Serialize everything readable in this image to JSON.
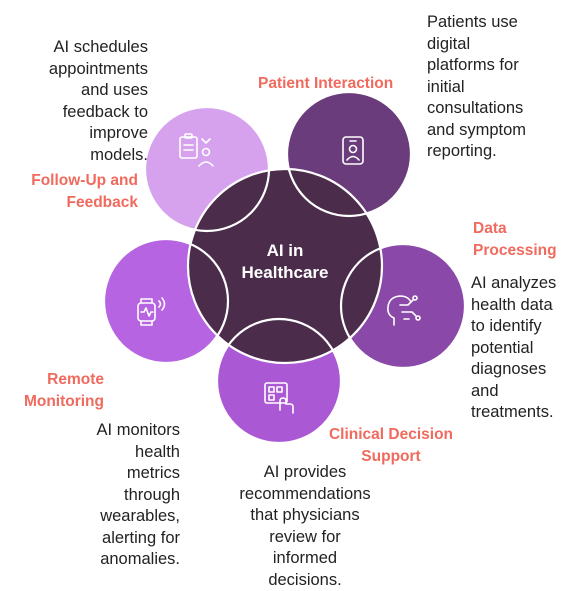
{
  "diagram": {
    "center": {
      "title_line1": "AI in",
      "title_line2": "Healthcare",
      "color": "#4b2c4b"
    },
    "stages": [
      {
        "id": "patient-interaction",
        "label": "Patient Interaction",
        "description": "Patients use\ndigital\nplatforms for\ninitial\nconsultations\nand symptom\nreporting.",
        "color": "#6a3c7c",
        "icon": "patient-id-card-icon"
      },
      {
        "id": "data-processing",
        "label_line1": "Data",
        "label_line2": "Processing",
        "description": "AI analyzes\nhealth data\nto identify\npotential\ndiagnoses\nand\ntreatments.",
        "color": "#8a49a9",
        "icon": "brain-circuit-icon"
      },
      {
        "id": "clinical-decision-support",
        "label_line1": "Clinical Decision",
        "label_line2": "Support",
        "description": "AI provides\nrecommendations\nthat physicians\nreview for\ninformed\ndecisions.",
        "color": "#ab58d4",
        "icon": "touch-screen-icon"
      },
      {
        "id": "remote-monitoring",
        "label_line1": "Remote",
        "label_line2": "Monitoring",
        "description": "AI monitors\nhealth\nmetrics\nthrough\nwearables,\nalerting for\nanomalies.",
        "color": "#b664e2",
        "icon": "smartwatch-icon"
      },
      {
        "id": "follow-up-feedback",
        "label_line1": "Follow-Up and",
        "label_line2": "Feedback",
        "description": "AI schedules\nappointments\nand uses\nfeedback to\nimprove\nmodels.",
        "color": "#d6a2ee",
        "icon": "clipboard-user-icon"
      }
    ],
    "colors": {
      "label": "#f06a5e",
      "text": "#222222",
      "outline": "#ffffff"
    }
  }
}
